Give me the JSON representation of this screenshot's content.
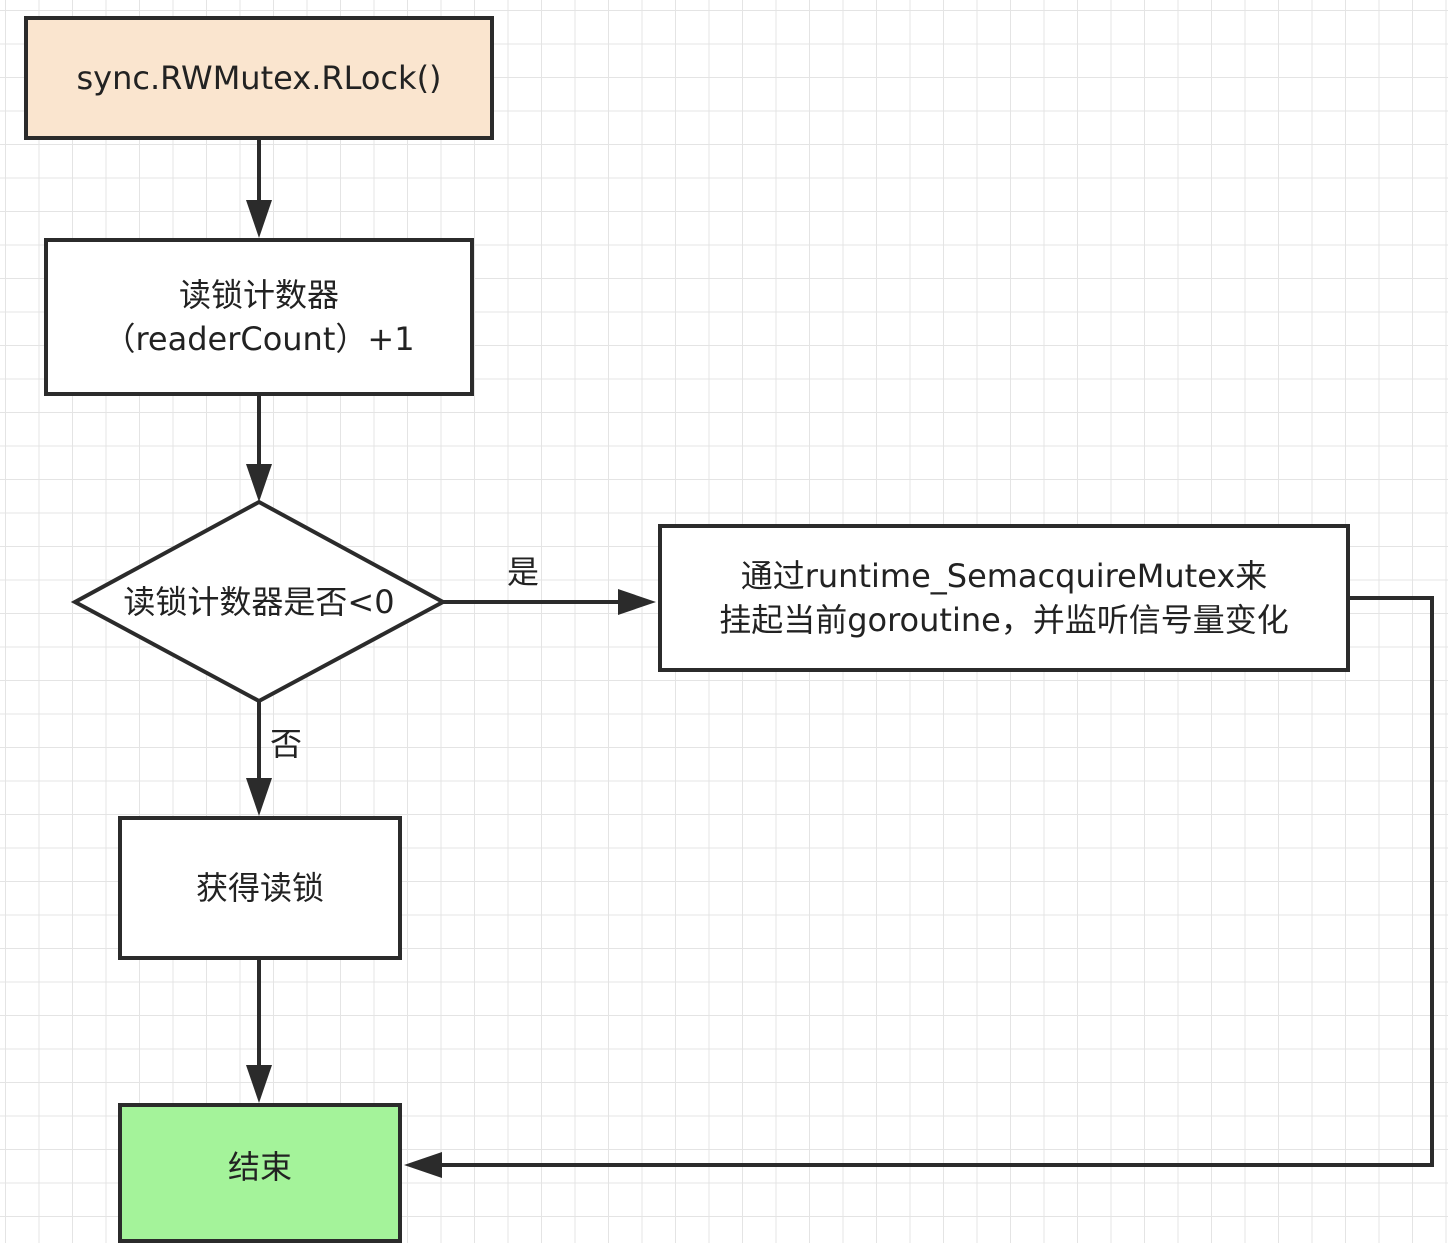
{
  "nodes": {
    "start": {
      "text": "sync.RWMutex.RLock()"
    },
    "increment": {
      "line1": "读锁计数器",
      "line2": "（readerCount）+1"
    },
    "decision": {
      "text": "读锁计数器是否<0"
    },
    "suspend": {
      "line1": "通过runtime_SemacquireMutex来",
      "line2": "挂起当前goroutine，并监听信号量变化"
    },
    "acquire": {
      "text": "获得读锁"
    },
    "end": {
      "text": "结束"
    }
  },
  "edges": {
    "yes_label": "是",
    "no_label": "否"
  },
  "colors": {
    "start_fill": "#fae5cf",
    "end_fill": "#a4f39a",
    "stroke": "#2b2b2b",
    "grid": "#e4e4e4"
  }
}
